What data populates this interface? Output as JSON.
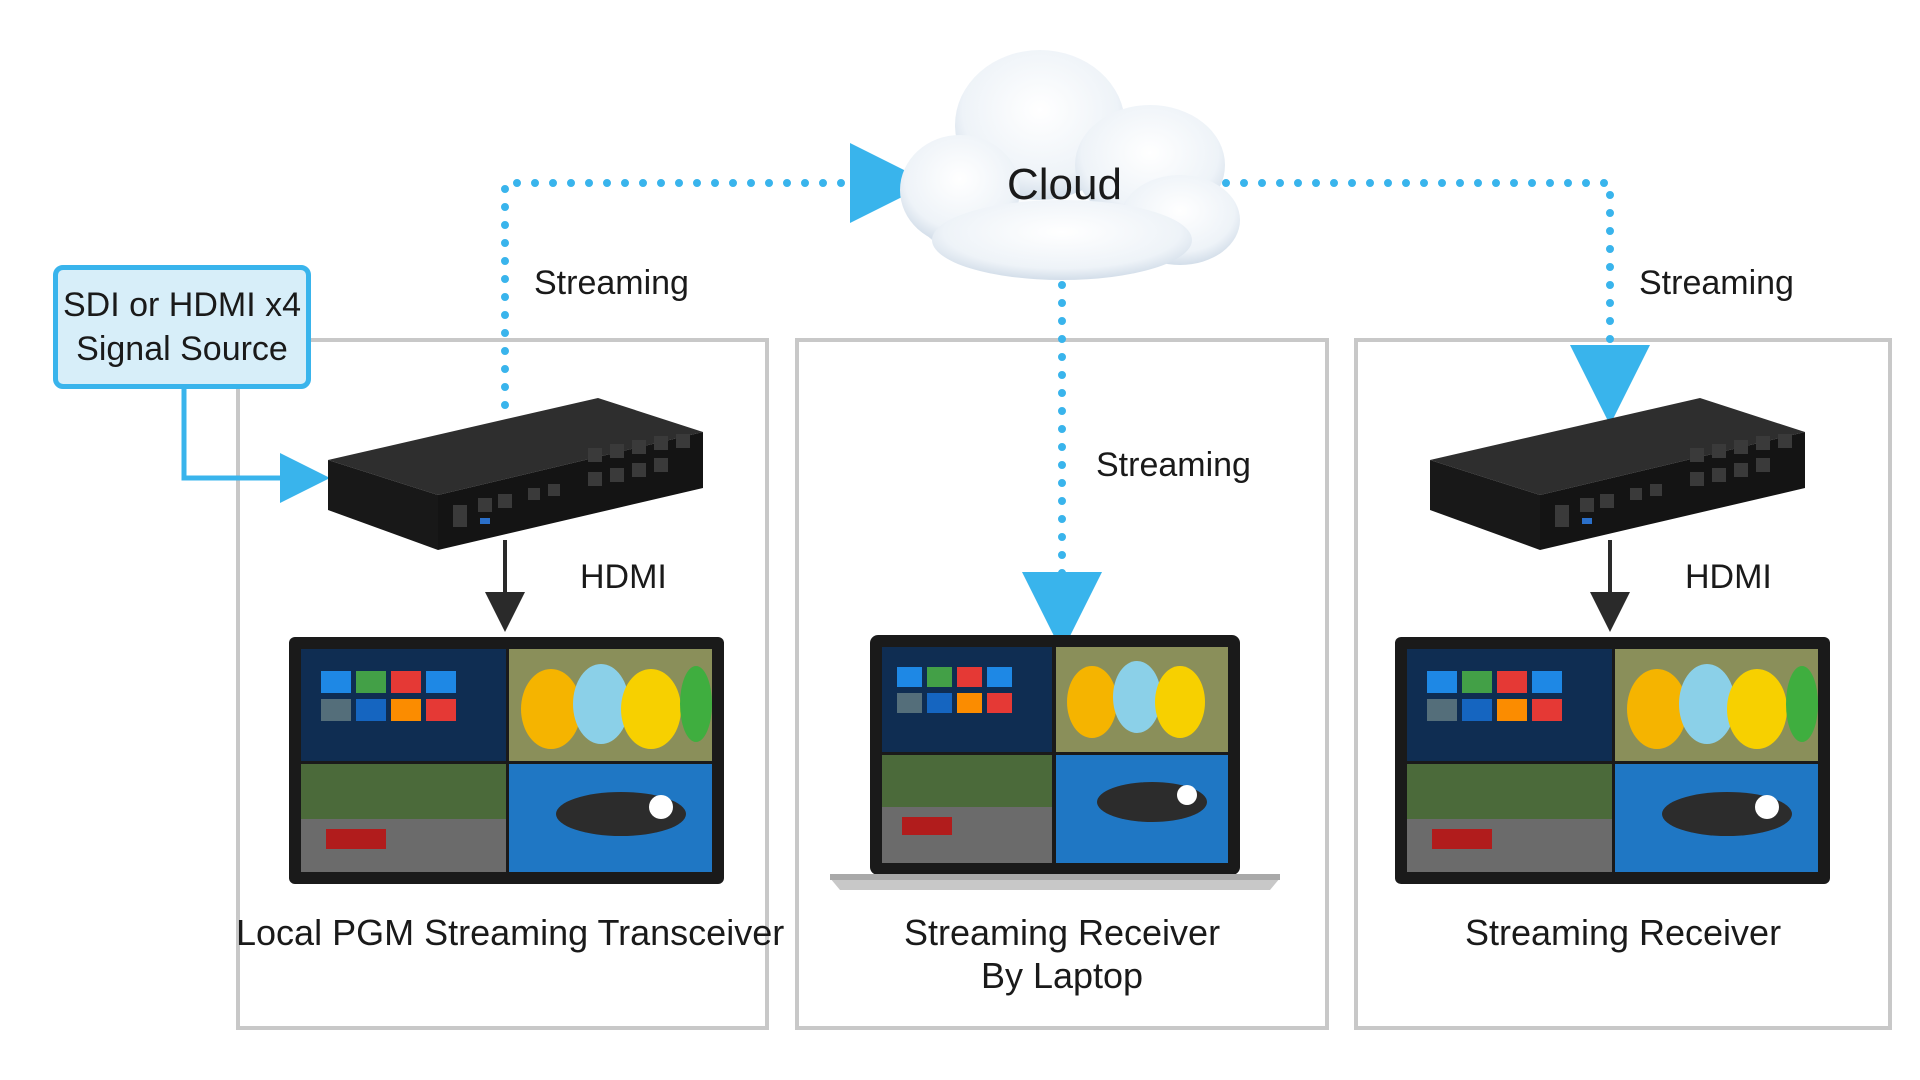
{
  "nodes": {
    "source": {
      "line1": "SDI or HDMI x4",
      "line2": "Signal Source"
    },
    "cloud": {
      "label": "Cloud"
    },
    "local": {
      "caption": "Local PGM Streaming Transceiver"
    },
    "laptop": {
      "caption_line1": "Streaming Receiver",
      "caption_line2": "By Laptop"
    },
    "receiver": {
      "caption": "Streaming Receiver"
    }
  },
  "edges": {
    "local_to_cloud": "Streaming",
    "cloud_to_laptop": "Streaming",
    "cloud_to_receiver": "Streaming",
    "local_hdmi": "HDMI",
    "receiver_hdmi": "HDMI"
  },
  "colors": {
    "accent": "#39b4ec",
    "box_border": "#c8c8c8",
    "device_body": "#1e1e1e"
  }
}
